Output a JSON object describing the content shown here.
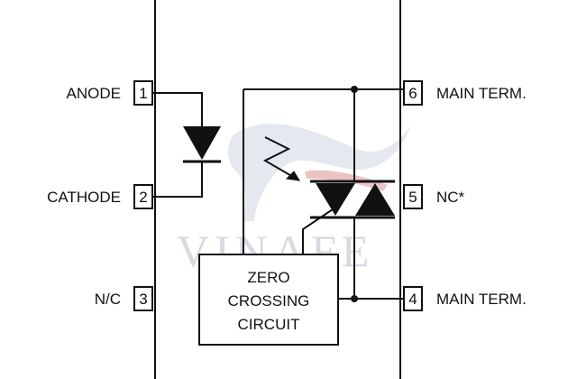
{
  "pins": {
    "p1": {
      "number": "1",
      "label": "ANODE"
    },
    "p2": {
      "number": "2",
      "label": "CATHODE"
    },
    "p3": {
      "number": "3",
      "label": "N/C"
    },
    "p4": {
      "number": "4",
      "label": "MAIN TERM."
    },
    "p5": {
      "number": "5",
      "label": "NC*"
    },
    "p6": {
      "number": "6",
      "label": "MAIN TERM."
    }
  },
  "zero_crossing": {
    "line1": "ZERO",
    "line2": "CROSSING",
    "line3": "CIRCUIT"
  },
  "watermark": {
    "text": "VINAFE",
    "icon": "horse-logo-icon",
    "color": "#c9ced8",
    "accent": "#d9999a"
  },
  "colors": {
    "line": "#111111",
    "background": "#ffffff"
  }
}
